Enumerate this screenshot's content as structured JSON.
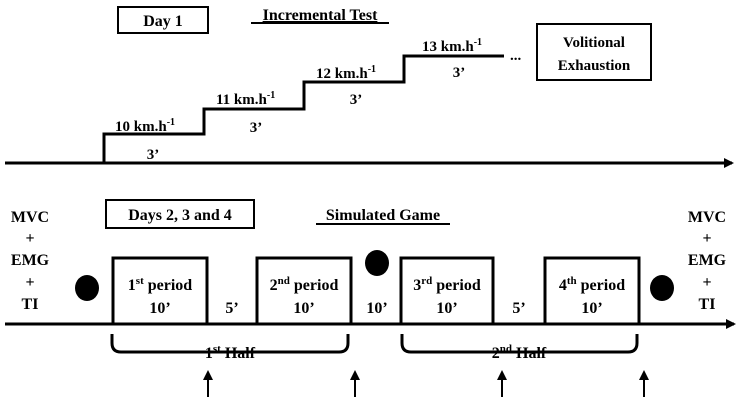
{
  "day1": {
    "label": "Day 1",
    "title": "Incremental Test",
    "stages": [
      {
        "speed_value": "10 km.h",
        "superscript": "-1",
        "duration": "3’"
      },
      {
        "speed_value": "11 km.h",
        "superscript": "-1",
        "duration": "3’"
      },
      {
        "speed_value": "12 km.h",
        "superscript": "-1",
        "duration": "3’"
      },
      {
        "speed_value": "13 km.h",
        "superscript": "-1",
        "duration": "3’"
      }
    ],
    "ellipsis": "...",
    "end_line1": "Volitional",
    "end_line2": "Exhaustion"
  },
  "game": {
    "label": "Days 2, 3 and 4",
    "title": "Simulated Game",
    "left_measures": [
      "MVC",
      "+",
      "EMG",
      "+",
      "TI"
    ],
    "right_measures": [
      "MVC",
      "+",
      "EMG",
      "+",
      "TI"
    ],
    "periods": [
      {
        "num": "1",
        "suffix": "st",
        "word": " period",
        "duration": "10’"
      },
      {
        "num": "2",
        "suffix": "nd",
        "word": " period",
        "duration": "10’"
      },
      {
        "num": "3",
        "suffix": "rd",
        "word": " period",
        "duration": "10’"
      },
      {
        "num": "4",
        "suffix": "th",
        "word": " period",
        "duration": "10’"
      }
    ],
    "breaks": [
      "5’",
      "10’",
      "5’"
    ],
    "halves": [
      {
        "num": "1",
        "suffix": "st",
        "word": " Half"
      },
      {
        "num": "2",
        "suffix": "nd",
        "word": " Half"
      }
    ]
  }
}
